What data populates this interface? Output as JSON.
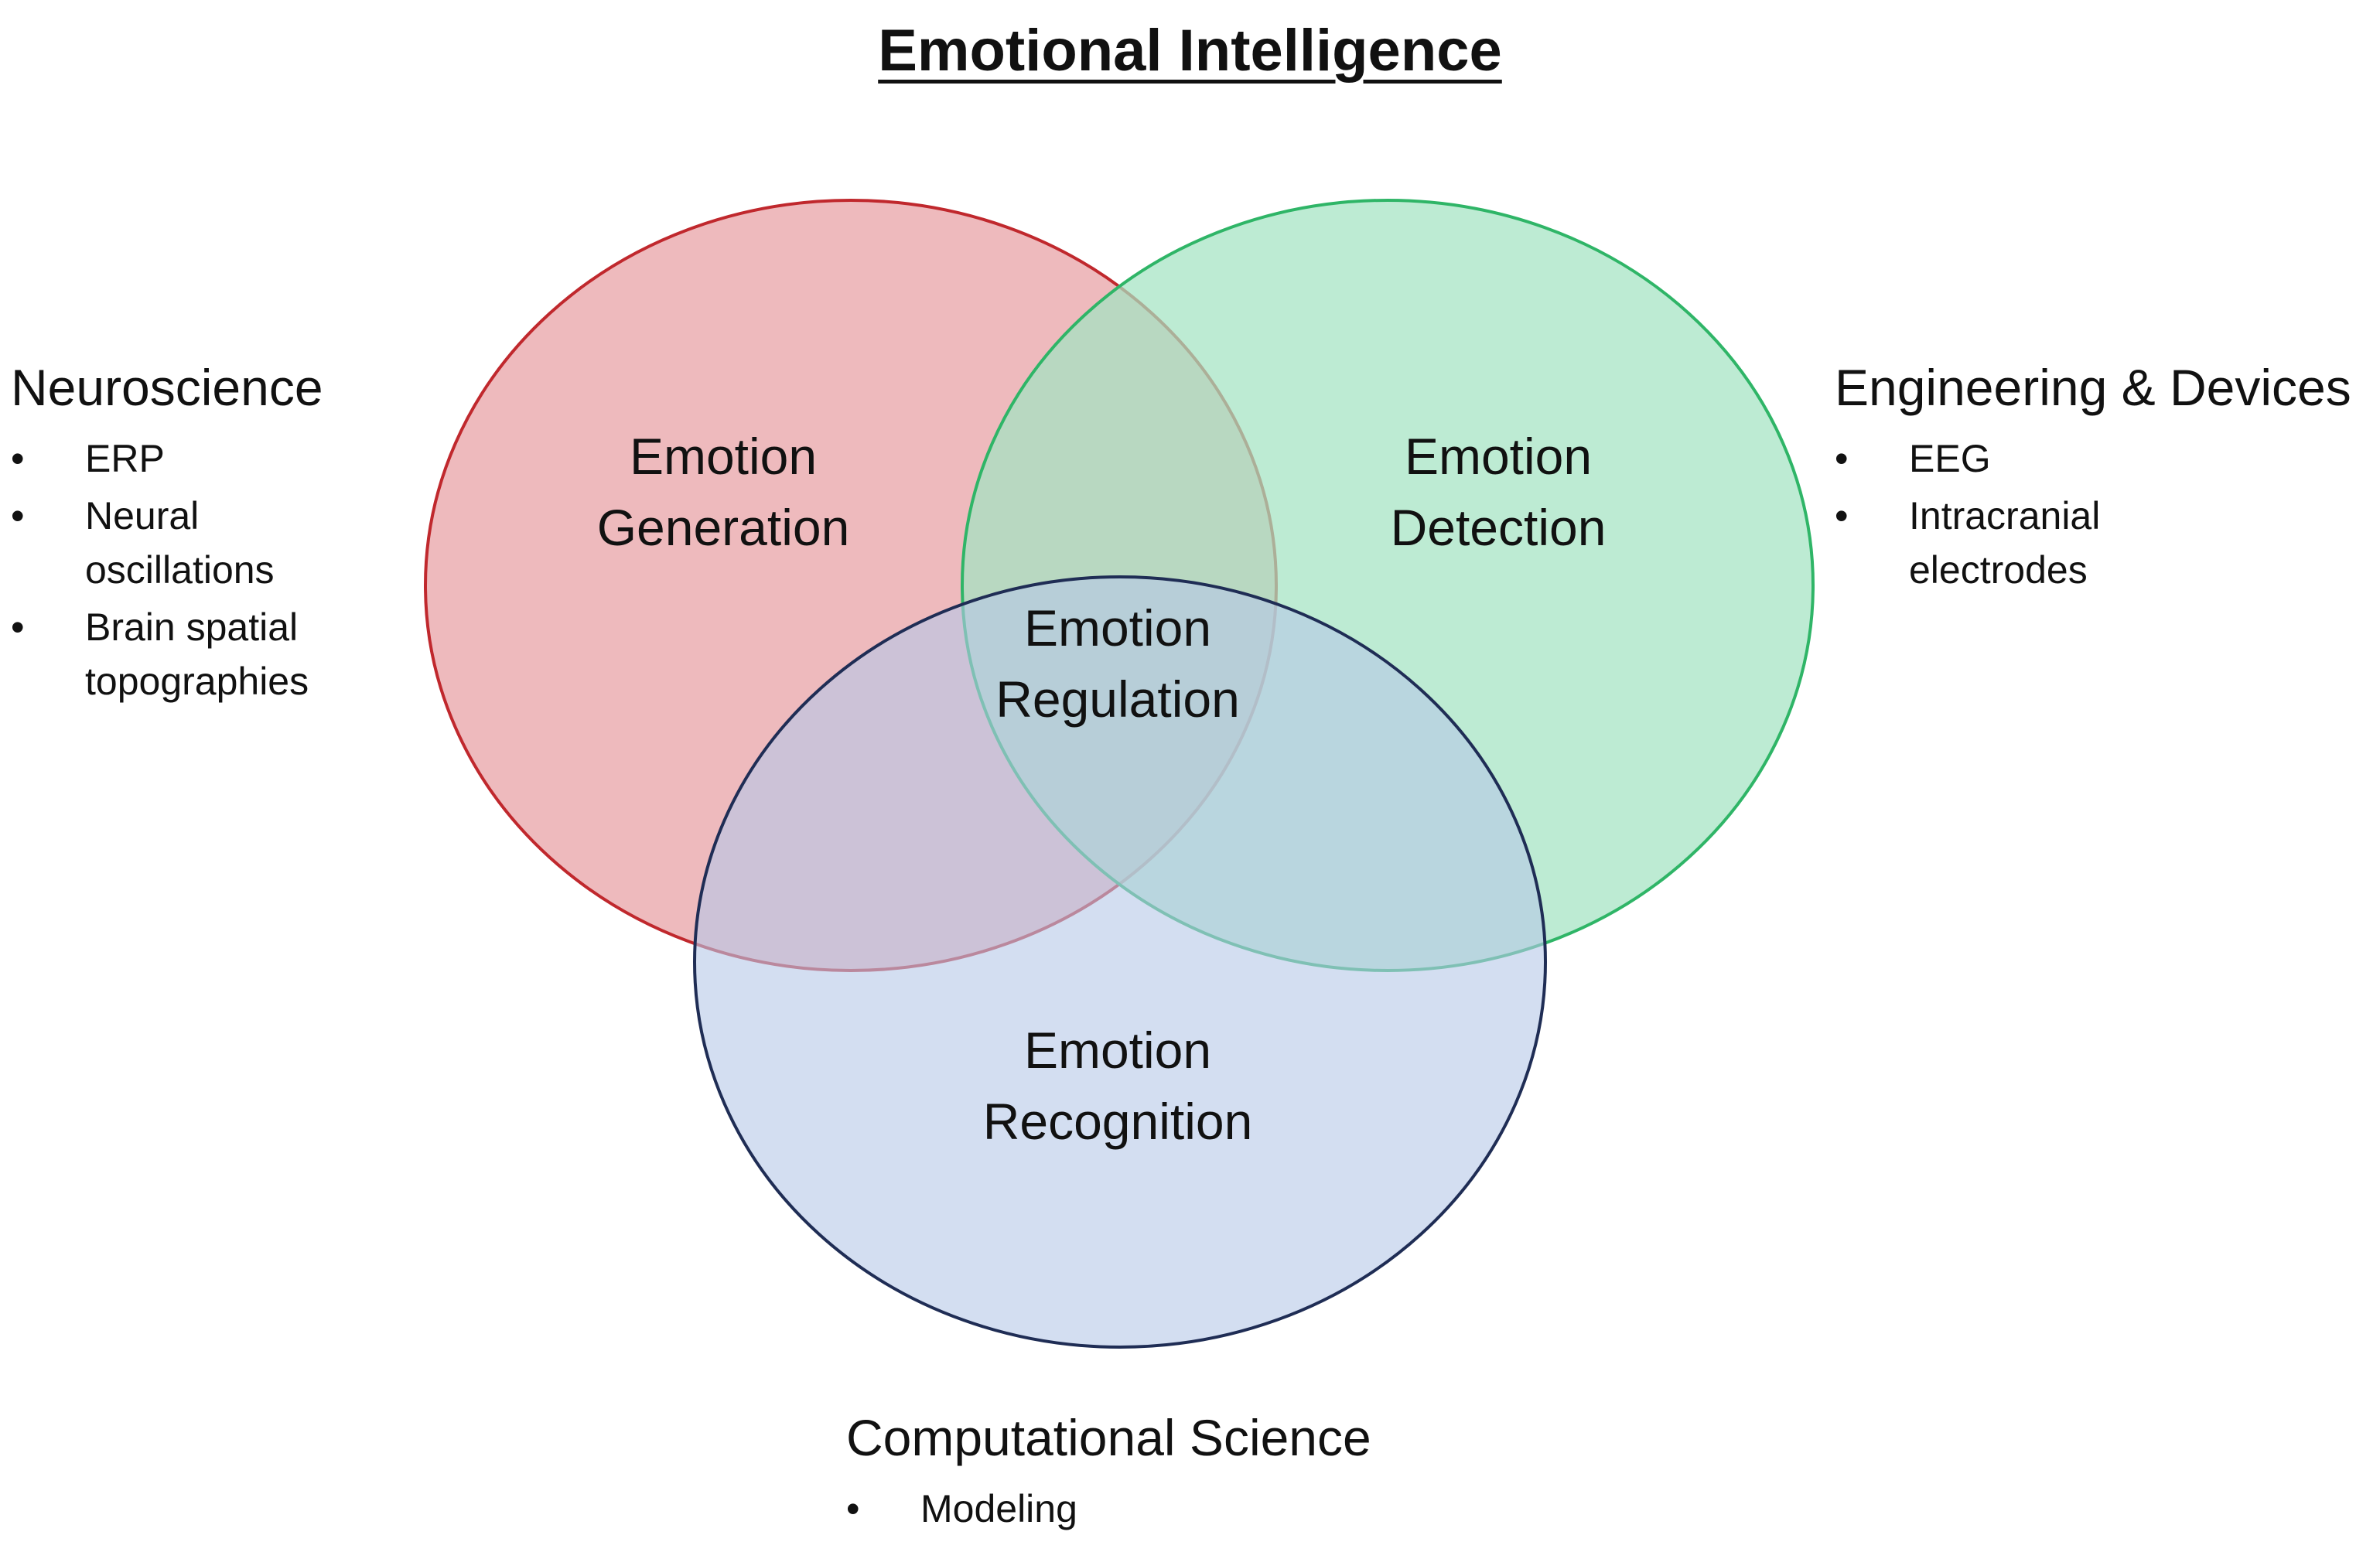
{
  "title": "Emotional Intelligence",
  "colors": {
    "generation_fill": "#e7a0a3",
    "generation_stroke": "#c0282d",
    "detection_fill": "#a3e3c2",
    "detection_stroke": "#2fb567",
    "recognition_fill": "#b6c8e8",
    "recognition_stroke": "#1f2d55"
  },
  "circles": {
    "generation": {
      "line1": "Emotion",
      "line2": "Generation"
    },
    "detection": {
      "line1": "Emotion",
      "line2": "Detection"
    },
    "recognition": {
      "line1": "Emotion",
      "line2": "Recognition"
    },
    "center": {
      "line1": "Emotion",
      "line2": "Regulation"
    }
  },
  "fields": {
    "neuroscience": {
      "title": "Neuroscience",
      "items": [
        {
          "bullet": "•",
          "line1": "ERP",
          "line2": ""
        },
        {
          "bullet": "•",
          "line1": "Neural",
          "line2": "oscillations"
        },
        {
          "bullet": "•",
          "line1": "Brain spatial",
          "line2": "topographies"
        }
      ]
    },
    "engineering": {
      "title": "Engineering & Devices",
      "items": [
        {
          "bullet": "•",
          "line1": "EEG",
          "line2": ""
        },
        {
          "bullet": "•",
          "line1": "Intracranial",
          "line2": "electrodes"
        }
      ]
    },
    "computational": {
      "title": "Computational Science",
      "items": [
        {
          "bullet": "•",
          "line1": "Modeling",
          "line2": ""
        }
      ]
    }
  }
}
